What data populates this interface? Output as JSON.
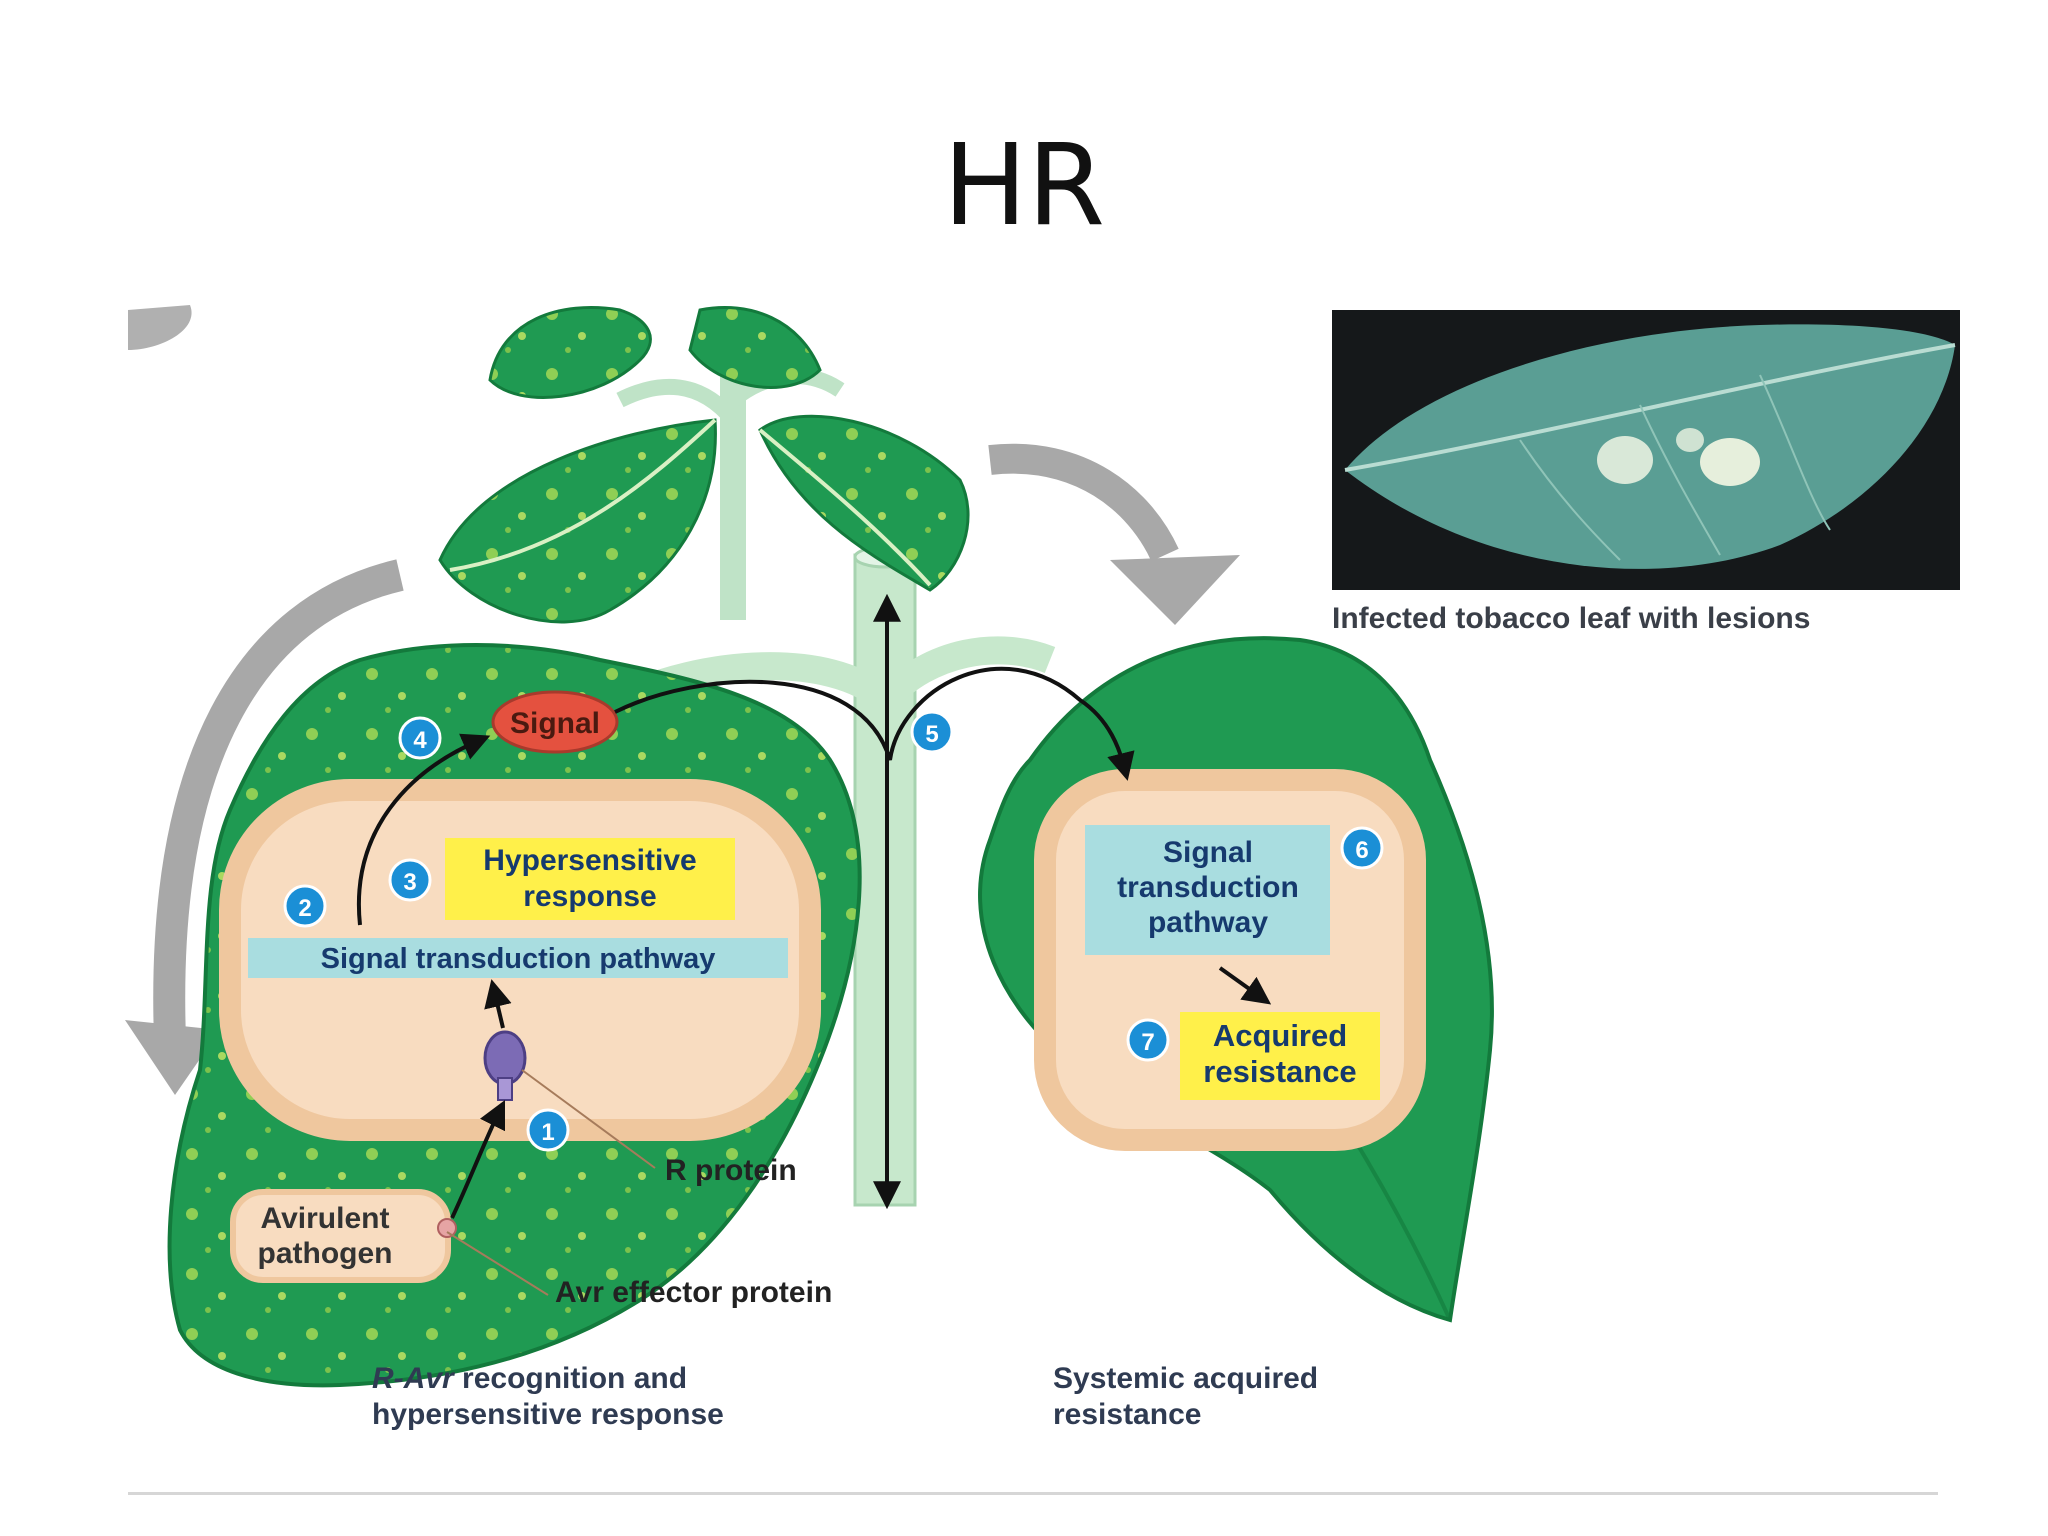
{
  "title": "HR",
  "photo_caption": "Infected tobacco leaf with lesions",
  "labels": {
    "signal": "Signal",
    "hypersensitive_response_1": "Hypersensitive",
    "hypersensitive_response_2": "response",
    "signal_transduction_pathway": "Signal transduction pathway",
    "right_pathway_1": "Signal",
    "right_pathway_2": "transduction",
    "right_pathway_3": "pathway",
    "acquired_resistance_1": "Acquired",
    "acquired_resistance_2": "resistance",
    "avirulent_pathogen_1": "Avirulent",
    "avirulent_pathogen_2": "pathogen",
    "r_protein": "R protein",
    "avr_effector_protein": "Avr effector protein",
    "left_caption_1_italic": "R-Avr",
    "left_caption_1_rest": " recognition and",
    "left_caption_2": "hypersensitive response",
    "right_caption_1": "Systemic acquired",
    "right_caption_2": "resistance"
  },
  "steps": [
    "1",
    "2",
    "3",
    "4",
    "5",
    "6",
    "7"
  ],
  "colors": {
    "leaf_green": "#1f9a52",
    "leaf_dark": "#137a3c",
    "cell_fill": "#f8dcc0",
    "cell_border": "#efc79e",
    "pathway_blue": "#a9dde0",
    "yellow_label": "#fff04a",
    "signal_red": "#e4513f",
    "step_blue": "#1b8fd6",
    "stem": "#bfe3c7",
    "gray_arrow": "#a8a8a8"
  }
}
